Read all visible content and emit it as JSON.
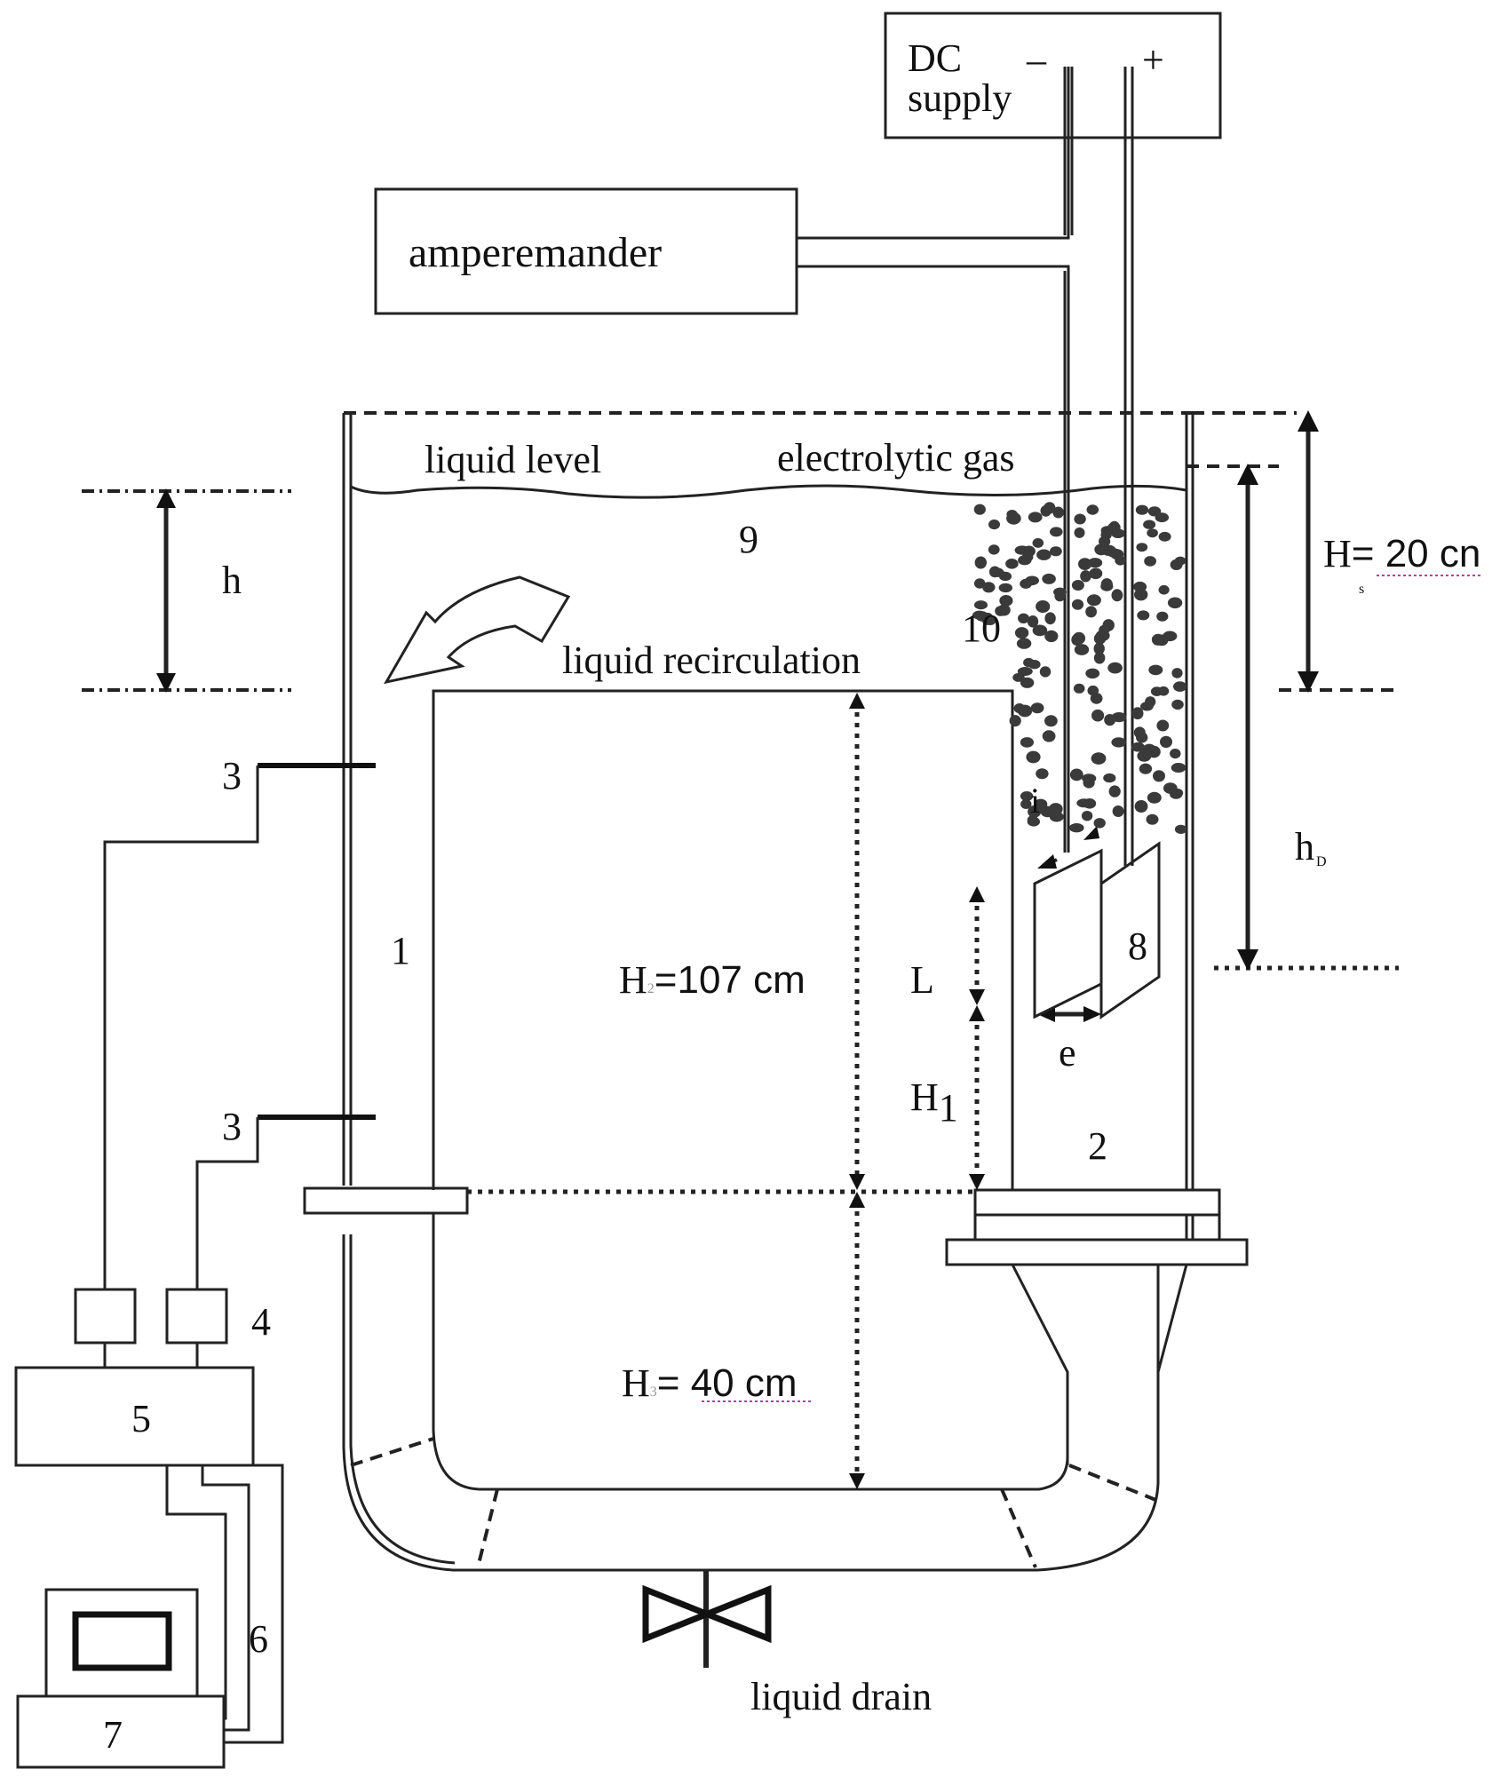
{
  "labels": {
    "dc_supply_line1": "DC",
    "dc_supply_line2": "supply",
    "minus": "–",
    "plus": "+",
    "amperemander": "amperemander",
    "liquid_level": "liquid level",
    "electrolytic_gas": "electrolytic gas",
    "liquid_recirculation": "liquid recirculation",
    "liquid_drain": "liquid drain",
    "h": "h",
    "hs_main": "H",
    "hs_value": "= 20 cn",
    "hs_sub": "s",
    "hd_main": "h",
    "hd_sub": "D",
    "h2_main": "H",
    "h2_sub": "2",
    "h2_value": "=107 cm",
    "h3_main": "H",
    "h3_sub": "3",
    "h3_value": "= 40 cm",
    "l": "L",
    "h1": "H",
    "h1_sub": "1",
    "e": "e",
    "i": "i",
    "n1": "1",
    "n2": "2",
    "n3a": "3",
    "n3b": "3",
    "n4": "4",
    "n5": "5",
    "n6": "6",
    "n7": "7",
    "n8": "8",
    "n9": "9",
    "n10": "10"
  }
}
